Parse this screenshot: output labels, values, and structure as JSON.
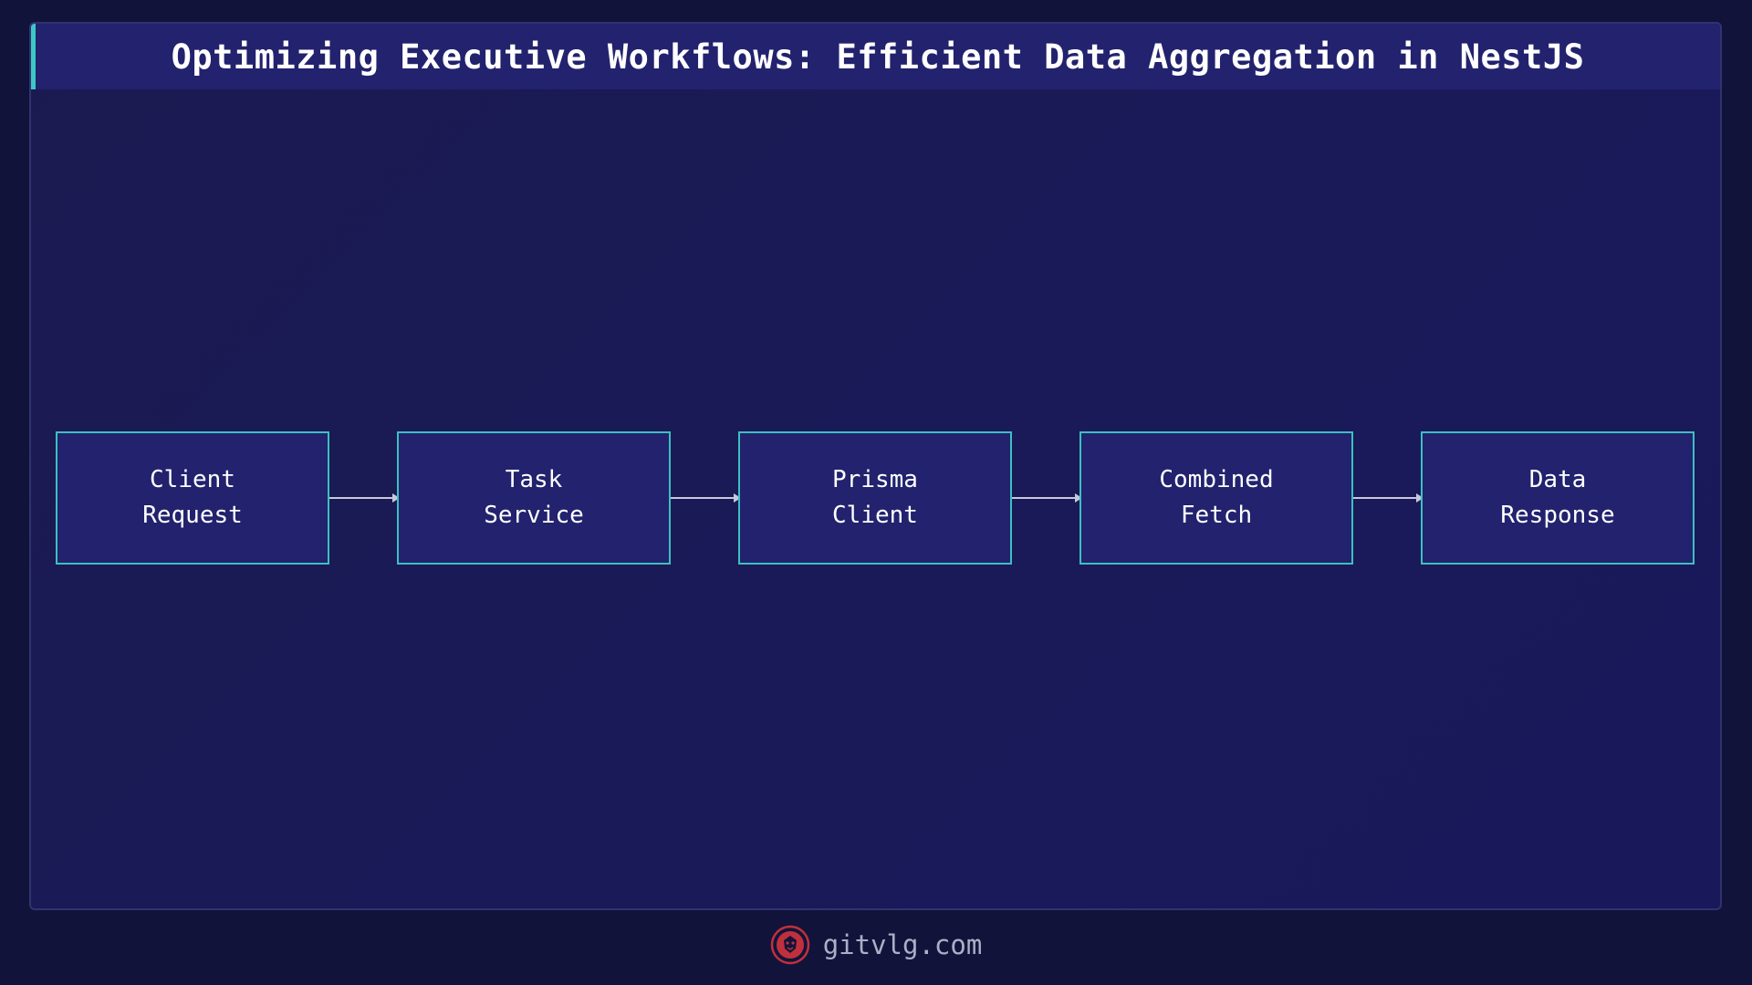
{
  "title": "Optimizing Executive Workflows: Efficient Data Aggregation in NestJS",
  "flow": {
    "nodes": [
      {
        "line1": "Client",
        "line2": "Request"
      },
      {
        "line1": "Task",
        "line2": "Service"
      },
      {
        "line1": "Prisma",
        "line2": "Client"
      },
      {
        "line1": "Combined",
        "line2": "Fetch"
      },
      {
        "line1": "Data",
        "line2": "Response"
      }
    ]
  },
  "footer": {
    "site": "gitvlg.com",
    "logo_icon": "lion-icon"
  },
  "colors": {
    "background": "#12133a",
    "panel": "#1b1a50",
    "title_bar": "#22226e",
    "accent": "#3cc8c8",
    "node_fill": "#22226e",
    "node_border": "#3cc0c0",
    "connector": "#c8c8dc",
    "logo": "#c0303c"
  }
}
